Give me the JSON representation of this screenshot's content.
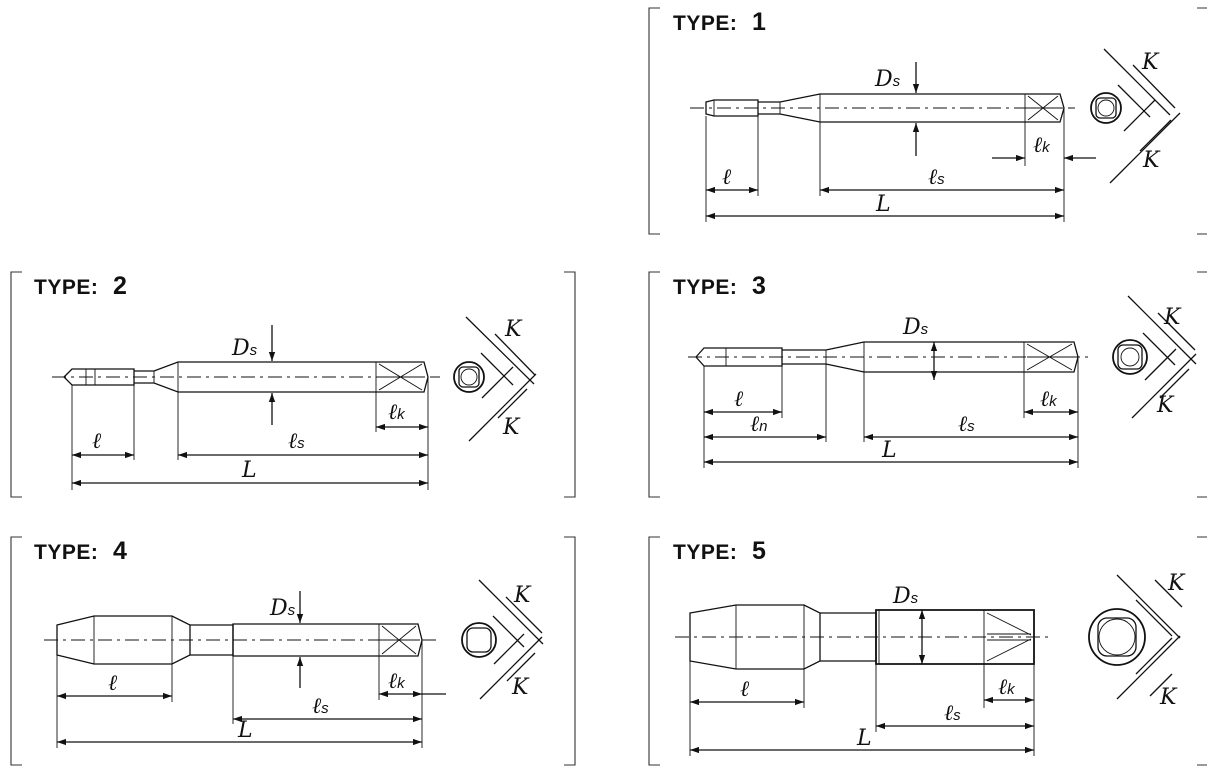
{
  "types": [
    {
      "title": "TYPE:",
      "number": "1"
    },
    {
      "title": "TYPE:",
      "number": "2"
    },
    {
      "title": "TYPE:",
      "number": "3"
    },
    {
      "title": "TYPE:",
      "number": "4"
    },
    {
      "title": "TYPE:",
      "number": "5"
    }
  ],
  "labels": {
    "D": "D",
    "s": "s",
    "l": "ℓ",
    "k": "k",
    "n": "n",
    "L": "L",
    "K": "K"
  }
}
